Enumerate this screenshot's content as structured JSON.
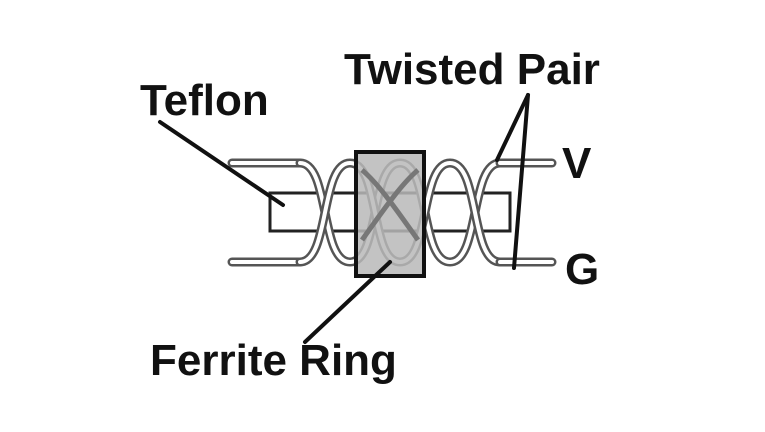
{
  "labels": {
    "teflon": "Teflon",
    "twisted_pair": "Twisted Pair",
    "voltage": "V",
    "ground": "G",
    "ferrite_ring": "Ferrite Ring"
  },
  "colors": {
    "ink": "#111111",
    "wire": "#8a8a8a",
    "ferrite_fill": "#b8b8b8",
    "background": "#ffffff"
  }
}
